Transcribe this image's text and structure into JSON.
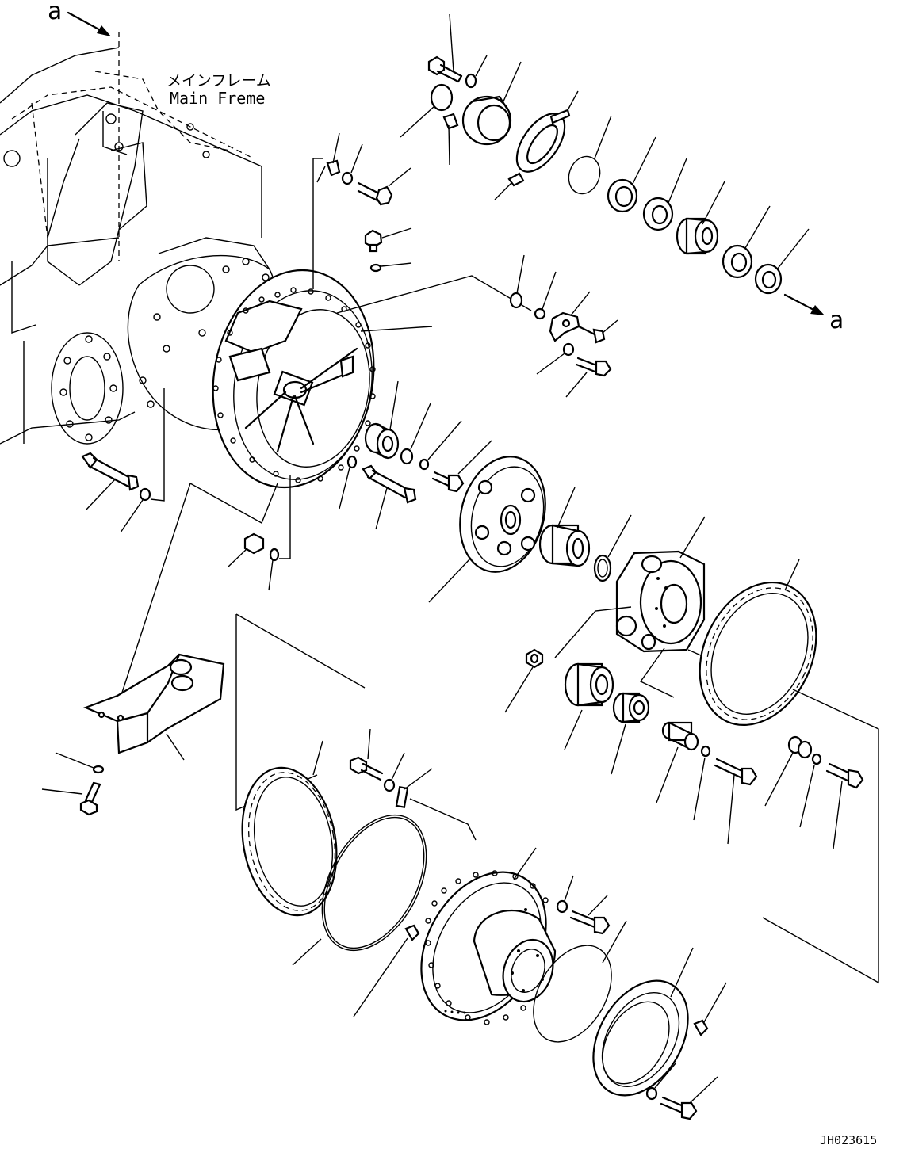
{
  "labels": {
    "ref_a_top": "a",
    "ref_a_right": "a",
    "frame_jp": "メインフレーム",
    "frame_en": "Main Freme",
    "drawing_id": "JH023615"
  }
}
